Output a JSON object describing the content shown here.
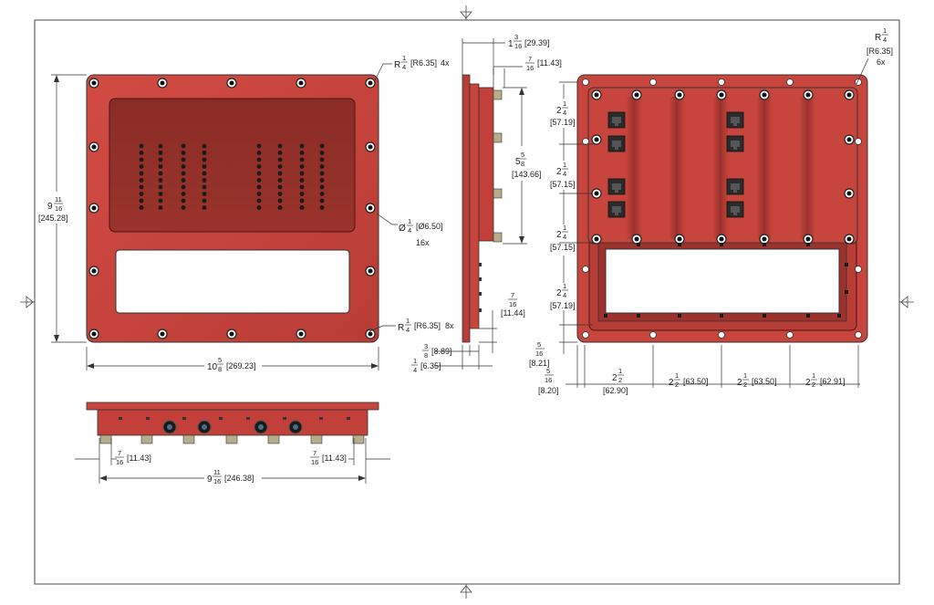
{
  "colors": {
    "body": "#c8453e",
    "body_dark": "#7e2621",
    "body_shade": "#a33832",
    "window": "#ffffff",
    "outline": "#333333"
  },
  "front_view": {
    "corner_radius": {
      "n": "1",
      "d": "4",
      "bracket": "[R6.35]",
      "qty": "4x"
    },
    "hole": {
      "n": "1",
      "d": "4",
      "bracket": "[Ø6.50]",
      "qty": "16x"
    },
    "window_radius": {
      "n": "1",
      "d": "4",
      "bracket": "[R6.35]",
      "qty": "8x"
    },
    "height": {
      "whole": "9",
      "n": "11",
      "d": "16",
      "bracket": "[245.28]"
    },
    "width": {
      "whole": "10",
      "n": "5",
      "d": "8",
      "bracket": "[269.23]"
    }
  },
  "side_view": {
    "depth": {
      "whole": "1",
      "n": "3",
      "d": "16",
      "bracket": "[29.39]"
    },
    "connector_depth": {
      "n": "7",
      "d": "16",
      "bracket": "[11.43]"
    },
    "connector_span": {
      "whole": "5",
      "n": "5",
      "d": "8",
      "bracket": "[143.66]"
    },
    "bottom_offset": {
      "n": "7",
      "d": "16",
      "bracket": "[11.44]"
    },
    "plate": {
      "n": "3",
      "d": "8",
      "bracket": "[8.89]"
    },
    "flange": {
      "n": "1",
      "d": "4",
      "bracket": "[6.35]"
    }
  },
  "bottom_view": {
    "left_offset": {
      "n": "7",
      "d": "16",
      "bracket": "[11.43]"
    },
    "right_offset": {
      "n": "7",
      "d": "16",
      "bracket": "[11.43]"
    },
    "span": {
      "whole": "9",
      "n": "11",
      "d": "16",
      "bracket": "[246.38]"
    }
  },
  "back_view": {
    "corner_radius": {
      "n": "1",
      "d": "4",
      "bracket": "[R6.35]",
      "qty": "6x"
    },
    "v1": {
      "whole": "2",
      "n": "1",
      "d": "4",
      "bracket": "[57.19]"
    },
    "v2": {
      "whole": "2",
      "n": "1",
      "d": "4",
      "bracket": "[57.15]"
    },
    "v3": {
      "whole": "2",
      "n": "1",
      "d": "4",
      "bracket": "[57.15]"
    },
    "v4": {
      "whole": "2",
      "n": "1",
      "d": "4",
      "bracket": "[57.19]"
    },
    "v5": {
      "n": "5",
      "d": "16",
      "bracket": "[8.21]"
    },
    "h0": {
      "n": "5",
      "d": "16",
      "bracket": "[8.20]"
    },
    "h1": {
      "whole": "2",
      "n": "1",
      "d": "2",
      "bracket": "[62.90]"
    },
    "h2": {
      "whole": "2",
      "n": "1",
      "d": "2",
      "bracket": "[63.50]"
    },
    "h3": {
      "whole": "2",
      "n": "1",
      "d": "2",
      "bracket": "[63.50]"
    },
    "h4": {
      "whole": "2",
      "n": "1",
      "d": "2",
      "bracket": "[62.91]"
    }
  }
}
